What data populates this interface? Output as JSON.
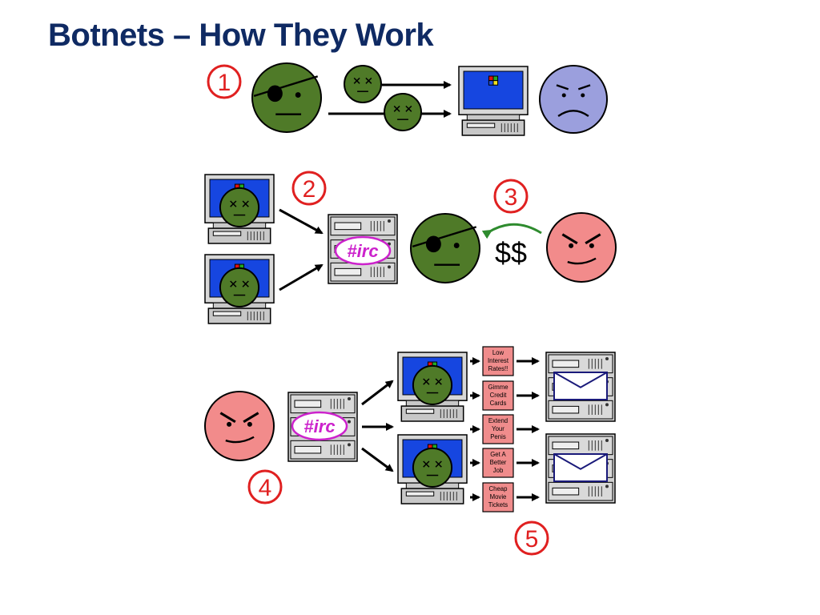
{
  "title": "Botnets – How They Work",
  "steps": [
    "1",
    "2",
    "3",
    "4",
    "5"
  ],
  "channel_label": "#irc",
  "money_label": "$$",
  "spam_messages": [
    [
      "Low",
      "Interest",
      "Rates!!"
    ],
    [
      "Gimme",
      "Credit",
      "Cards"
    ],
    [
      "Extend",
      "Your",
      "Penis"
    ],
    [
      "Get A",
      "Better",
      "Job"
    ],
    [
      "Cheap",
      "Movie",
      "Tickets"
    ]
  ],
  "icons": [
    "pirate-face-icon",
    "zombie-face-icon",
    "sad-face-icon",
    "angry-face-icon",
    "computer-icon",
    "server-icon",
    "envelope-icon"
  ],
  "colors": {
    "title": "#0f2a63",
    "zombie": "#4f7a28",
    "victim": "#9b9fdd",
    "spammer": "#f28b8b",
    "step_circle": "#e02020",
    "irc_text": "#cc22cc",
    "money_arrow": "#2e8b2e",
    "spam_box": "#f08c8c",
    "screen": "#1646e0"
  }
}
